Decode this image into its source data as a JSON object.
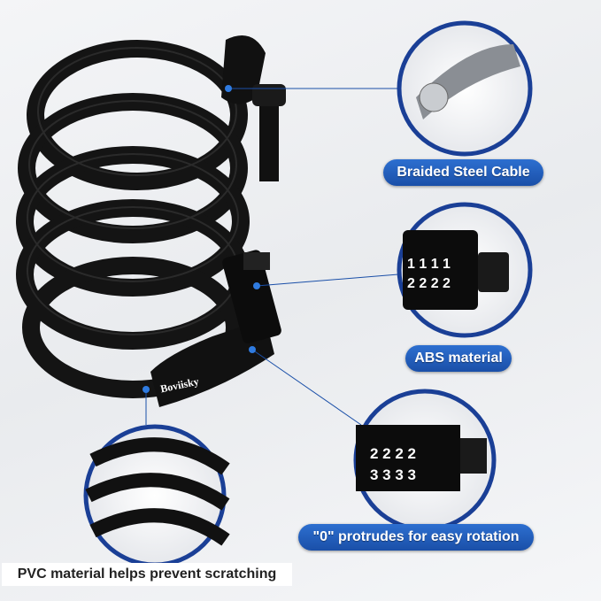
{
  "brand": "Boviisky",
  "accent_color": "#1a4fa8",
  "callouts": [
    {
      "label": "Braided Steel Cable"
    },
    {
      "label": "ABS material"
    },
    {
      "label": "\"0\" protrudes for easy rotation"
    },
    {
      "label": "PVC material helps prevent scratching"
    }
  ]
}
